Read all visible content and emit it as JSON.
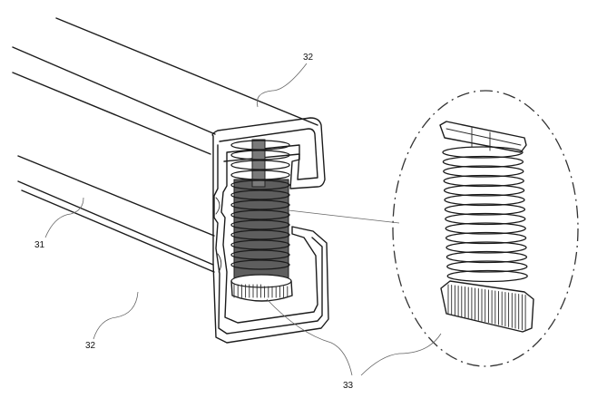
{
  "labels": {
    "profile_top": "32",
    "profile_body": "31",
    "profile_bottom": "32",
    "spring_assembly": "33"
  }
}
